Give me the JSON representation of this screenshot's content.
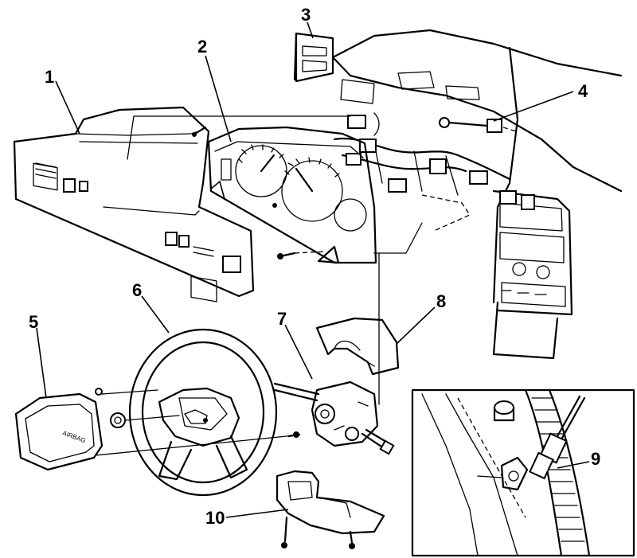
{
  "callouts": [
    {
      "id": "1",
      "label": "1"
    },
    {
      "id": "2",
      "label": "2"
    },
    {
      "id": "3",
      "label": "3"
    },
    {
      "id": "4",
      "label": "4"
    },
    {
      "id": "5",
      "label": "5"
    },
    {
      "id": "6",
      "label": "6"
    },
    {
      "id": "7",
      "label": "7"
    },
    {
      "id": "8",
      "label": "8"
    },
    {
      "id": "9",
      "label": "9"
    },
    {
      "id": "10",
      "label": "10"
    }
  ],
  "airbag_badge": "AIRBAG",
  "colors": {
    "ink": "#000000",
    "paper": "#ffffff"
  }
}
